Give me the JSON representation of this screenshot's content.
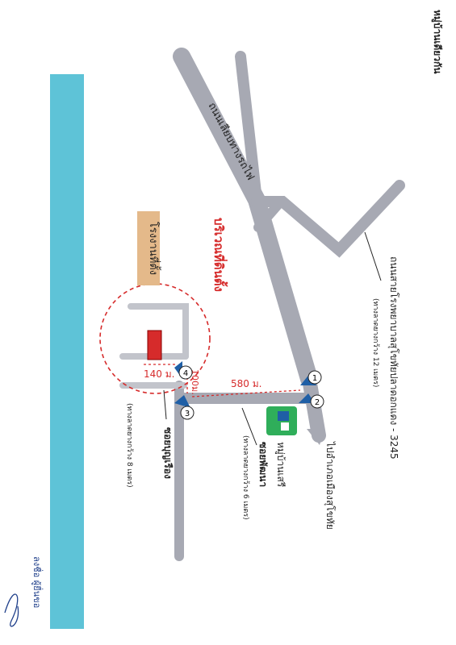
{
  "header": {
    "title": "หมู่บ้านเดียวกัน"
  },
  "roads": {
    "main_road": "ถนนเลียบทางรถไฟ",
    "highway": "ถนนสายโรงพยาบาลสุโขทัยปลาดอกแดง - 3245",
    "highway_note": "(ทางลาดยางกว้าง 12 เมตร)",
    "to_direction": "ไปอำเภอเมืองสุโขทัย",
    "soi_a": "ซอยพัฒนา",
    "soi_a_note": "(ทางลาดยางกว้าง 6 เมตร)",
    "soi_b": "ซอยบุญเรือง",
    "soi_b_note": "(ทางลาดยางกว้าง 8 เมตร)"
  },
  "places": {
    "site_area": "บริเวณที่ดินตั้ง",
    "factory": "โรงงานที่ตั้ง",
    "village": "หมู่บ้านเสรี"
  },
  "distances": {
    "d580": "580 ม.",
    "d140": "140 ม.",
    "d100": "100ม."
  },
  "markers": [
    "1",
    "2",
    "3",
    "4"
  ],
  "signature": {
    "text": "ลงชื่อ ผู้ยื่นขอ"
  },
  "colors": {
    "river": "#5ec3d7",
    "road": "#a7a9b3",
    "red": "#d62b2b",
    "factory_bg": "#e4b98a",
    "marker": "#1f5fa6"
  }
}
